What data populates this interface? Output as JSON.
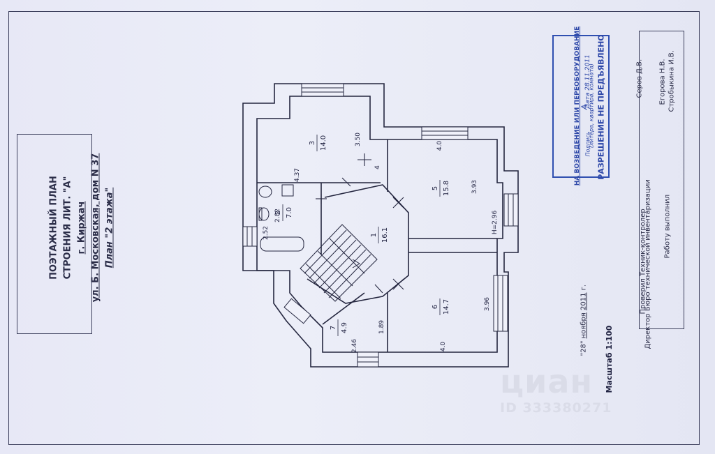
{
  "title_block": {
    "line1": "ПОЭТАЖНЫЙ ПЛАН",
    "line2": "СТРОЕНИЯ ЛИТ. \"А\"",
    "city": "г. Киржач",
    "street": "ул. Б. Московская, дом N 37",
    "plan": "План \"2 этажа\""
  },
  "scale_label": "Масштаб 1:100",
  "rooms": [
    {
      "num": "3",
      "area": "14.0"
    },
    {
      "num": "5",
      "area": "15.8"
    },
    {
      "num": "2",
      "area": "7.0"
    },
    {
      "num": "1",
      "area": "16.1"
    },
    {
      "num": "6",
      "area": "14.7"
    },
    {
      "num": "7",
      "area": "4.9"
    }
  ],
  "dimensions": {
    "d350": "3.50",
    "d4": "4",
    "d437": "4.37",
    "d40_top": "4.0",
    "d393": "3.93",
    "dh296": "H=2.96",
    "d282": "2.82",
    "d252": "2.52",
    "d396": "3.96",
    "d189": "1.89",
    "d246": "2.46",
    "d40_bottom": "4.0"
  },
  "stamp": {
    "line1": "НА ВОЗВЕДЕНИЕ ИЛИ ПЕРЕОБОРУДОВАНИЕ",
    "line2": "А",
    "line3": "(литера, квартира, комната)",
    "line4": "РАЗРЕШЕНИЕ НЕ ПРЕДЪЯВЛЕНО",
    "line5": "Дата 28.11.2011",
    "line6": "Подпись"
  },
  "signoff": {
    "date_prefix": "\"28\"",
    "month": "ноября",
    "year": "2011",
    "year_suffix": "г.",
    "performed_label": "Работу выполнил",
    "performed_name": "Серов Д.В.",
    "checked_label": "Проверил Техник-контролер",
    "checked_name": "Егорова Н.В.",
    "director_label": "Директор Бюро технической инвентаризации",
    "director_name": "Стробыкина И.В."
  },
  "watermark": {
    "brand": "циан",
    "id": "ID 333380271"
  },
  "colors": {
    "ink": "#1f2140",
    "stamp_blue": "#2d47a8",
    "paper": "#e8eaf6"
  }
}
